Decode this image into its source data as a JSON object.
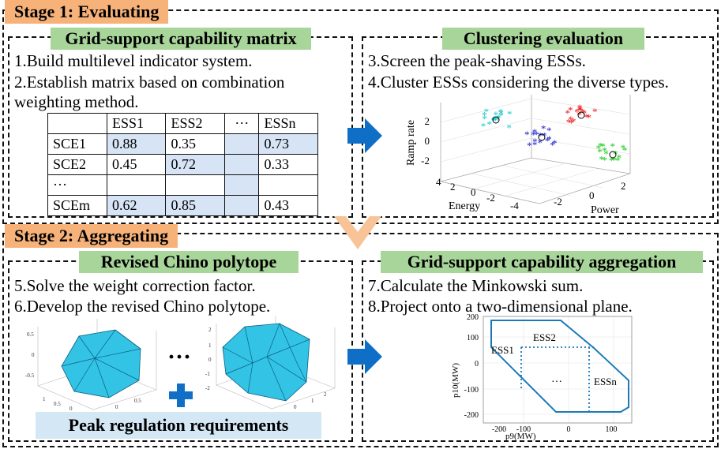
{
  "stage1": {
    "tag": "Stage 1: Evaluating",
    "left": {
      "title": "Grid-support capability matrix",
      "step1": "1.Build multilevel indicator system.",
      "step2a": "2.Establish matrix based on combination",
      "step2b": "weighting method.",
      "matrix": {
        "headers": [
          "",
          "ESS1",
          "ESS2",
          "···",
          "ESSn"
        ],
        "rows": [
          [
            "SCE1",
            "0.88",
            "0.35",
            "",
            "0.73"
          ],
          [
            "SCE2",
            "0.45",
            "0.72",
            "",
            "0.33"
          ],
          [
            "···",
            "",
            "",
            "",
            ""
          ],
          [
            "SCEm",
            "0.62",
            "0.85",
            "",
            "0.43"
          ]
        ]
      }
    },
    "right": {
      "title": "Clustering evaluation",
      "step3": "3.Screen the peak-shaving ESSs.",
      "step4": "4.Cluster ESSs considering the diverse types.",
      "plot": {
        "zlabel": "Ramp rate",
        "xlabel": "Energy",
        "ylabel": "Power",
        "zticks": [
          "2",
          "0",
          "-2"
        ],
        "energy_ticks": [
          "4",
          "2",
          "0",
          "-2",
          "-4"
        ],
        "power_ticks": [
          "-2",
          "0",
          "2"
        ],
        "cluster_colors": [
          "#22c8c8",
          "#ee1c1c",
          "#1c22cc",
          "#19cc19"
        ]
      }
    }
  },
  "stage2": {
    "tag": "Stage 2: Aggregating",
    "left": {
      "title": "Revised Chino polytope",
      "step5": "5.Solve the weight correction factor.",
      "step6": "6.Develop the revised Chino polytope.",
      "dots": "···",
      "peak_label": "Peak regulation requirements",
      "poly_color": "#33c3e5"
    },
    "right": {
      "title": "Grid-support capability aggregation",
      "step7": "7.Calculate the Minkowski sum.",
      "step8": "8.Project onto a two-dimensional plane.",
      "plot": {
        "xlabel": "p9(MW)",
        "ylabel": "p10(MW)",
        "xticks": [
          "-200",
          "-100",
          "0",
          "100"
        ],
        "yticks": [
          "200",
          "100",
          "0",
          "-100",
          "-200"
        ],
        "labels": [
          "ESS1",
          "ESS2",
          "···",
          "ESSn"
        ],
        "line_color": "#1a7ab8"
      }
    }
  },
  "colors": {
    "stage_tag": "#f7b27a",
    "title_green": "#a8d59a",
    "arrow_blue": "#0f6fc6",
    "chevron_orange": "#f8c396",
    "cell_blue": "#d6e4f5"
  }
}
